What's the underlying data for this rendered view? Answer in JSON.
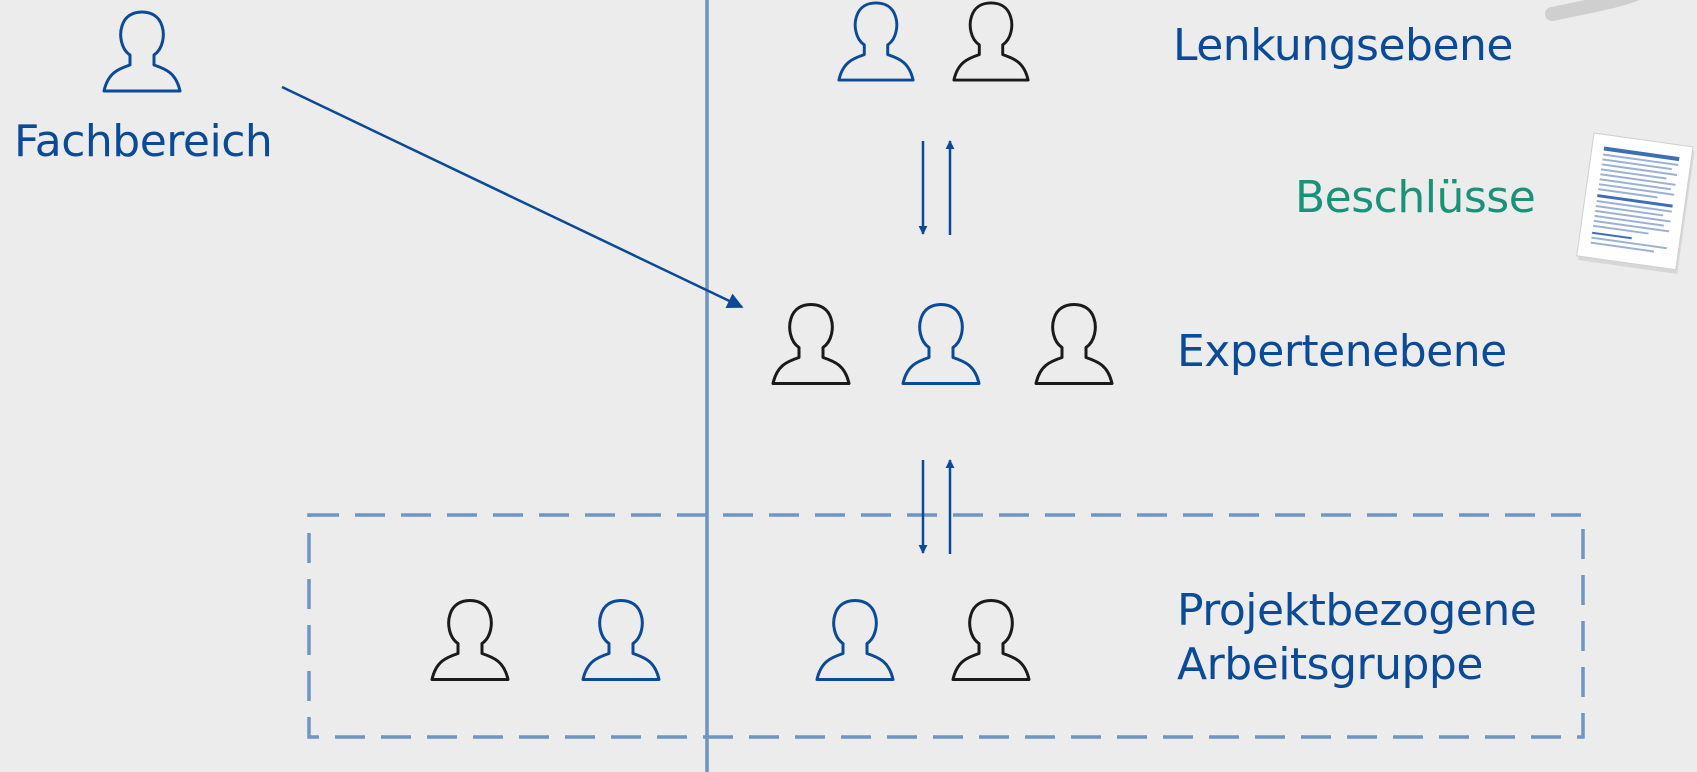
{
  "labels": {
    "fachbereich": "Fachbereich",
    "lenkungsebene": "Lenkungsebene",
    "beschluesse": "Beschlüsse",
    "expertenebene": "Expertenebene",
    "arbeitsgruppe_line1": "Projektbezogene",
    "arbeitsgruppe_line2": "Arbeitsgruppe"
  },
  "colors": {
    "background": "#ececec",
    "primary_blue": "#0b4a97",
    "divider_blue": "#6f93bf",
    "person_black": "#1a1a1a",
    "beschluesse_green": "#1a9278",
    "document_paper": "#ffffff"
  },
  "icons": {
    "person": "person-outline-icon",
    "document": "document-icon",
    "arrow": "arrow-icon"
  }
}
